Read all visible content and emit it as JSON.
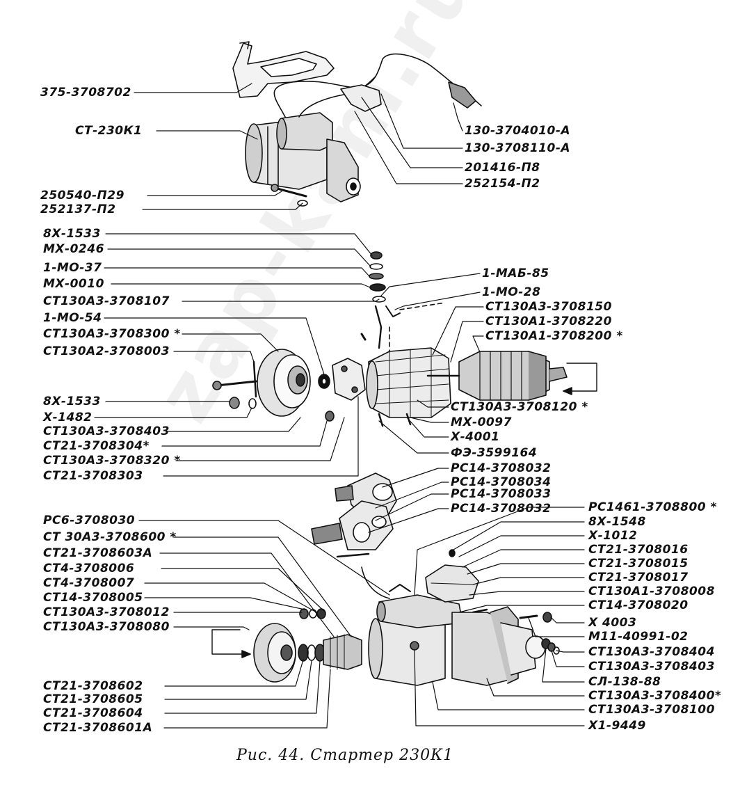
{
  "caption": "Рис. 44. Стартер 230К1",
  "watermark": "zap-kam.ru",
  "labels": {
    "l375": "375-3708702",
    "lct230": "СТ-230К1",
    "l250540": "250540-П29",
    "l252137": "252137-П2",
    "l8x1533a": "8Х-1533",
    "lmx0246": "МХ-0246",
    "l1mo37": "1-МО-37",
    "lmx0010": "МХ-0010",
    "lct107": "СТ130А3-3708107",
    "l1mo54": "1-МО-54",
    "lct300": "СТ130А3-3708300 *",
    "lct003": "СТ130А2-3708003",
    "l8x1533b": "8Х-1533",
    "lx1482": "Х-1482",
    "lct403a": "СТ130А3-3708403",
    "lct304": "СТ21-3708304*",
    "lct320": "СТ130А3-3708320 *",
    "lct303": "СТ21-3708303",
    "l1304010": "130-3704010-А",
    "l1308110": "130-3708110-А",
    "l201416": "201416-П8",
    "l252154": "252154-П2",
    "l1mab85": "1-МАБ-85",
    "l1mo28": "1-МО-28",
    "lct150": "СТ130А3-3708150",
    "lct220": "СТ130А1-3708220",
    "lct200": "СТ130А1-3708200 *",
    "lct120": "СТ130А3-3708120 *",
    "lmx0097": "МХ-0097",
    "lx4001": "Х-4001",
    "lfe": "ФЭ-3599164",
    "lpc032a": "РС14-3708032",
    "lpc034": "РС14-3708034",
    "lpc033": "РС14-3708033",
    "lpc032b": "РС14-3708032",
    "lpc6": "РС6-3708030",
    "lct600": "СТ 30А3-3708600 *",
    "lct603": "СТ21-3708603А",
    "lct006": "СТ4-3708006",
    "lct007": "СТ4-3708007",
    "lct005": "СТ14-3708005",
    "lct012": "СТ130А3-3708012",
    "lct080": "СТ130А3-3708080",
    "lct602": "СТ21-3708602",
    "lct605": "СТ21-3708605",
    "lct604": "СТ21-3708604",
    "lct601": "СТ21-3708601А",
    "lpc800": "РС1461-3708800 *",
    "l8x1548": "8Х-1548",
    "lx1012": "Х-1012",
    "lct016": "СТ21-3708016",
    "lct015": "СТ21-3708015",
    "lct017": "СТ21-3708017",
    "lct008": "СТ130А1-3708008",
    "lct020": "СТ14-3708020",
    "lx4003": "Х 4003",
    "lm11": "М11-40991-02",
    "lct404": "СТ130А3-3708404",
    "lct403b": "СТ130А3-3708403",
    "lsl": "СЛ-138-88",
    "lct400": "СТ130А3-3708400*",
    "lct100": "СТ130А3-3708100",
    "lx19449": "Х1-9449"
  }
}
